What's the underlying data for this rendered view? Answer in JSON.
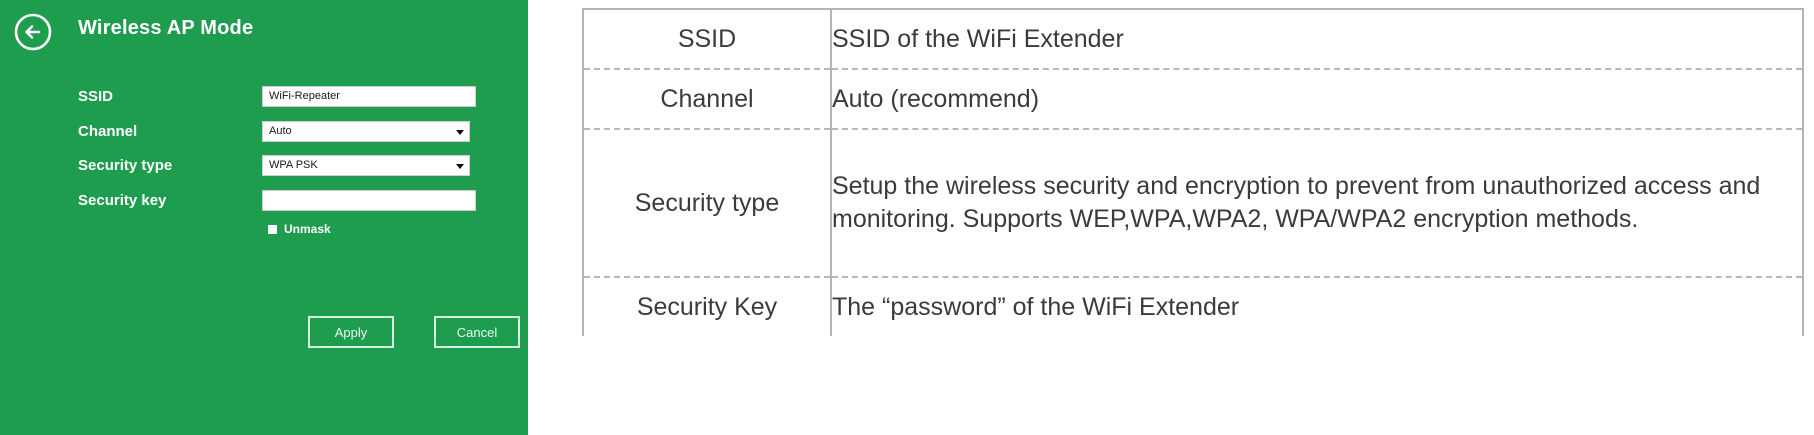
{
  "device_panel": {
    "back_icon": "back-arrow-circle-icon",
    "title": "Wireless AP Mode",
    "fields": [
      {
        "label": "SSID",
        "type": "text",
        "value": "WiFi-Repeater"
      },
      {
        "label": "Channel",
        "type": "select",
        "value": "Auto"
      },
      {
        "label": "Security type",
        "type": "select",
        "value": "WPA PSK"
      },
      {
        "label": "Security key",
        "type": "text",
        "value": ""
      }
    ],
    "unmask": {
      "label": "Unmask",
      "checked": true
    },
    "buttons": {
      "apply": "Apply",
      "cancel": "Cancel"
    },
    "colors": {
      "panel_background": "#1e9d4f",
      "field_background": "#ffffff",
      "label_text": "#ffffff",
      "button_border": "#d6f5e2"
    }
  },
  "description_table": {
    "rows": [
      {
        "term": "SSID",
        "description": "SSID of the WiFi Extender"
      },
      {
        "term": "Channel",
        "description": "Auto (recommend)"
      },
      {
        "term": "Security type",
        "description": "Setup the wireless security and encryption to prevent from unauthorized access and monitoring. Supports WEP,WPA,WPA2, WPA/WPA2 encryption methods."
      },
      {
        "term": "Security Key",
        "description": "The “password” of the WiFi Extender"
      }
    ],
    "colors": {
      "border": "#b4b4b4",
      "row_divider": "#b8b8b8",
      "text": "#3b3b3b"
    }
  }
}
